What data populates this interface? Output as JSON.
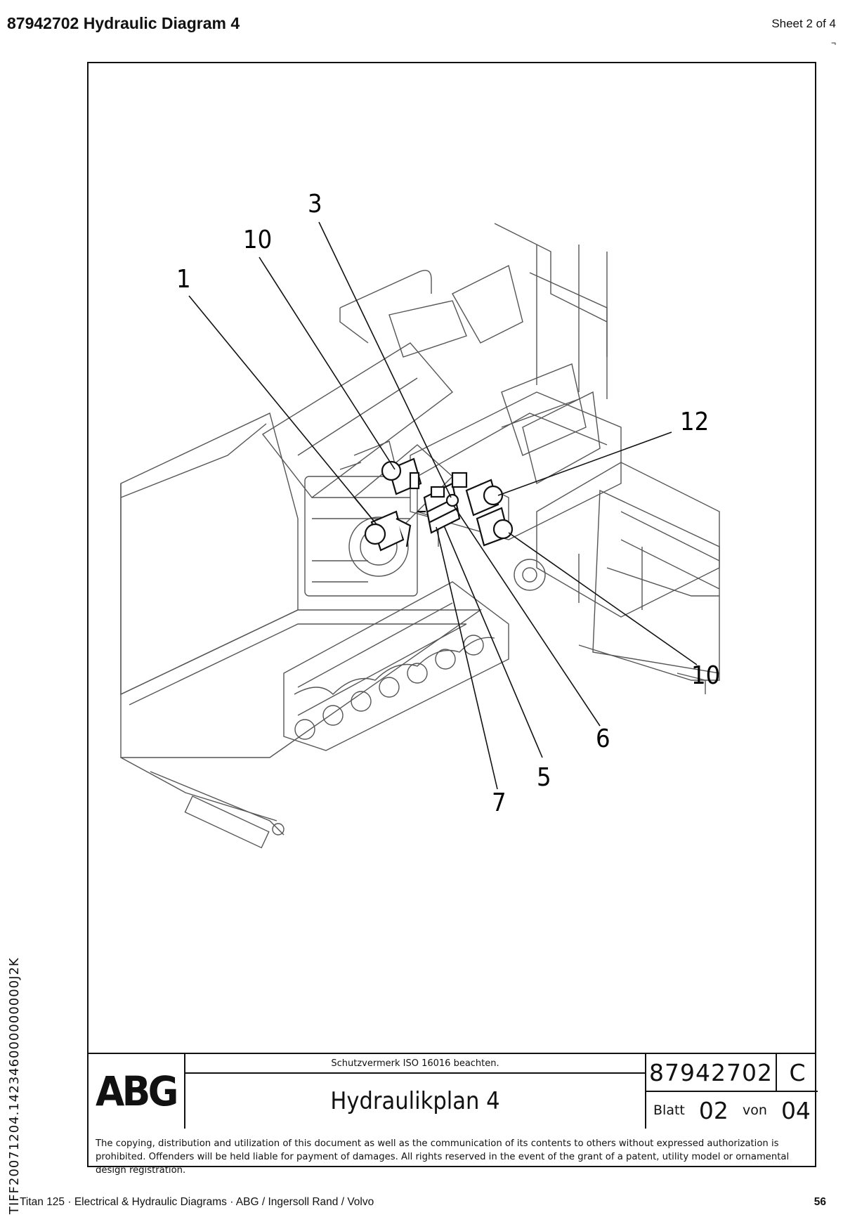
{
  "header": {
    "title": "87942702  Hydraulic Diagram 4",
    "sheet": "Sheet 2 of 4",
    "corner_mark": "¬"
  },
  "diagram": {
    "callouts": [
      {
        "id": "c3",
        "label": "3"
      },
      {
        "id": "c10a",
        "label": "10"
      },
      {
        "id": "c1",
        "label": "1"
      },
      {
        "id": "c12",
        "label": "12"
      },
      {
        "id": "c10b",
        "label": "10"
      },
      {
        "id": "c6",
        "label": "6"
      },
      {
        "id": "c5",
        "label": "5"
      },
      {
        "id": "c7",
        "label": "7"
      }
    ]
  },
  "title_block": {
    "logo": "ABG",
    "notice": "Schutzvermerk ISO 16016 beachten.",
    "drawing_name": "Hydraulikplan 4",
    "drawing_number": "87942702",
    "revision": "C",
    "sheet_word": "Blatt",
    "sheet_number": "02",
    "of_word": "von",
    "sheet_total": "04"
  },
  "copyright": "The copying, distribution and utilization of this document as well as the communication of its contents to others without expressed authorization is prohibited. Offenders will be held liable for payment of damages. All rights reserved in the event of the grant of a patent, utility model or ornamental design registration.",
  "side_id": "TIFF20071204.142346000000000J2K",
  "footer": {
    "text": "Titan 125  ·  Electrical & Hydraulic Diagrams  ·  ABG / Ingersoll Rand / Volvo",
    "page": "56"
  }
}
